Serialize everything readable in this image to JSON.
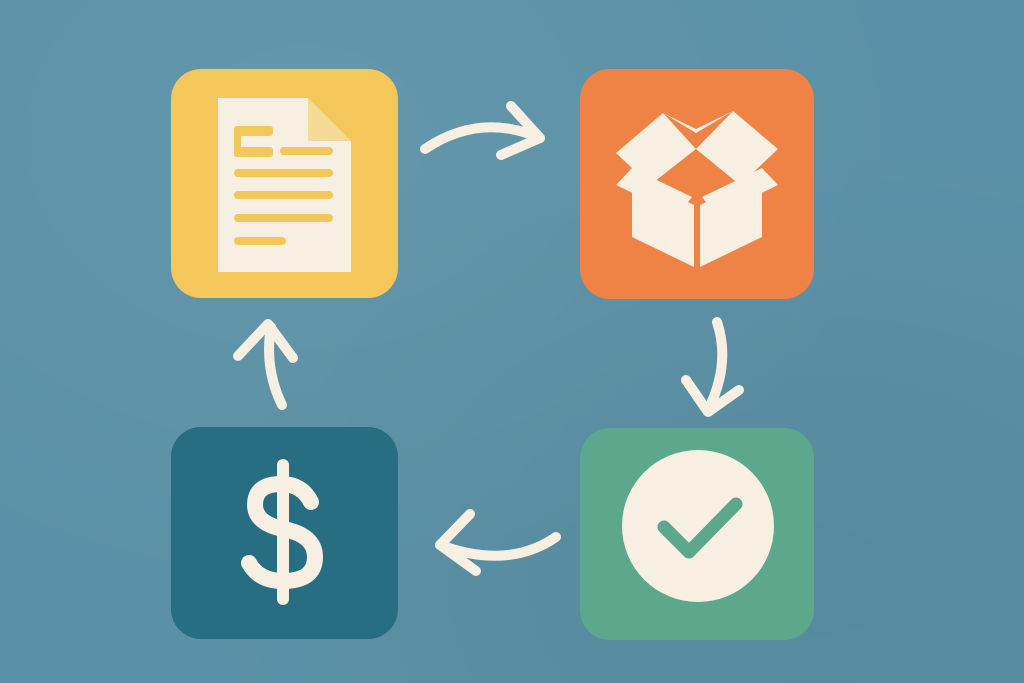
{
  "diagram": {
    "background_color": "#5b91a6",
    "icon_color": "#f6efe2",
    "arrow_color": "#f6efe2",
    "nodes": [
      {
        "id": "invoice",
        "icon": "document-icon",
        "color": "#f3c75a"
      },
      {
        "id": "package",
        "icon": "open-box-icon",
        "color": "#ef8345"
      },
      {
        "id": "approved",
        "icon": "check-circle-icon",
        "color": "#5da88c"
      },
      {
        "id": "payment",
        "icon": "dollar-icon",
        "color": "#276e82"
      }
    ],
    "edges": [
      {
        "from": "invoice",
        "to": "package",
        "direction": "right"
      },
      {
        "from": "package",
        "to": "approved",
        "direction": "down"
      },
      {
        "from": "approved",
        "to": "payment",
        "direction": "left"
      },
      {
        "from": "payment",
        "to": "invoice",
        "direction": "up"
      }
    ],
    "payment_symbol": "$"
  }
}
